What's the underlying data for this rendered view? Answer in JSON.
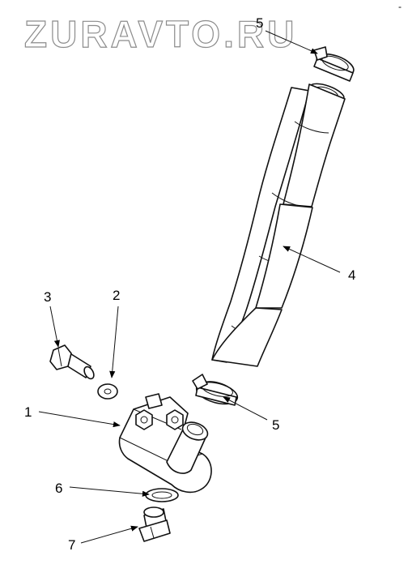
{
  "watermark": "ZURAVTO.RU",
  "corner_mark": "-",
  "callouts": {
    "c1": "1",
    "c2": "2",
    "c3": "3",
    "c4": "4",
    "c5_top": "5",
    "c5_bottom": "5",
    "c6": "6",
    "c7": "7"
  },
  "colors": {
    "line": "#111111",
    "watermark_outline": "#8c8c8c",
    "background": "#ffffff"
  }
}
